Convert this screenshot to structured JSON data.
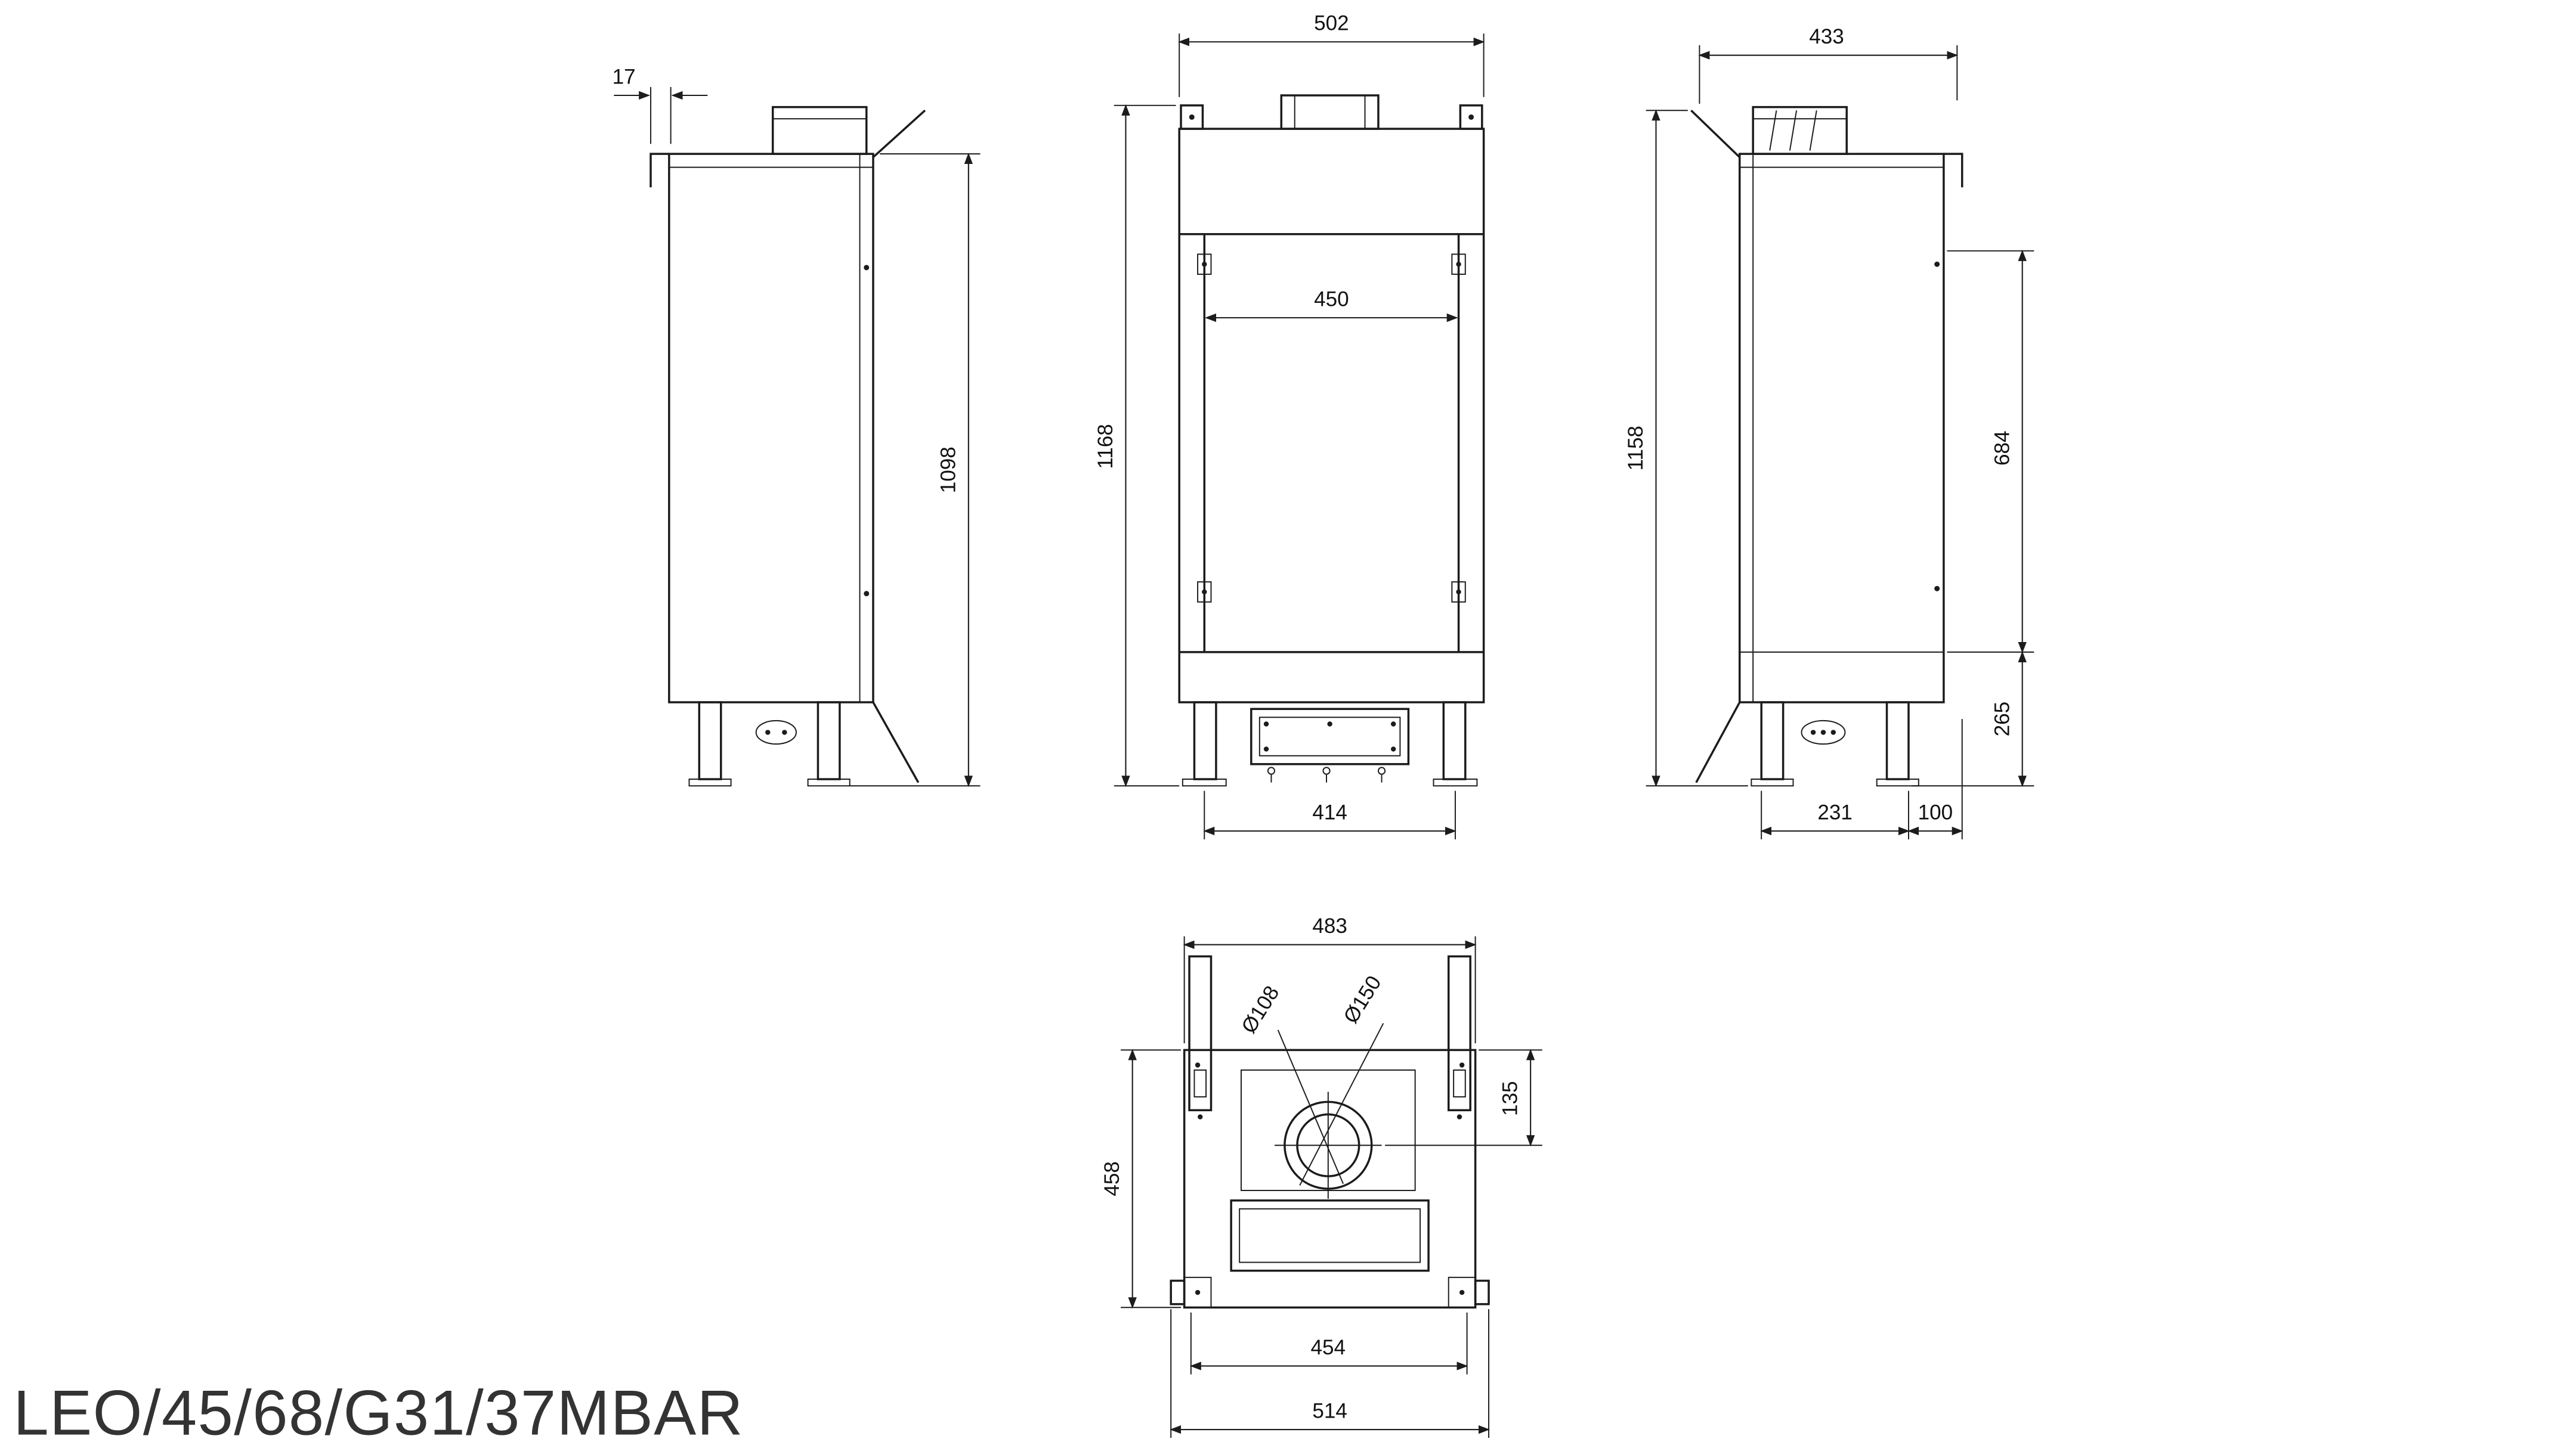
{
  "title": "LEO/45/68/G31/37MBAR",
  "views": {
    "side_left": {
      "dims": {
        "back_lip": "17",
        "body_height": "1098"
      }
    },
    "front": {
      "dims": {
        "overall_width": "502",
        "glass_width": "450",
        "overall_height": "1168",
        "feet_span": "414"
      }
    },
    "side_right": {
      "dims": {
        "overall_depth": "433",
        "overall_height": "1158",
        "upper_section": "684",
        "base_section": "265",
        "feet_depth": "231",
        "rear_offset": "100"
      }
    },
    "plan": {
      "dims": {
        "body_width": "483",
        "flue_inner": "Ø108",
        "flue_outer": "Ø150",
        "flue_offset": "135",
        "body_depth": "458",
        "inner_width": "454",
        "overall_width": "514"
      }
    }
  }
}
